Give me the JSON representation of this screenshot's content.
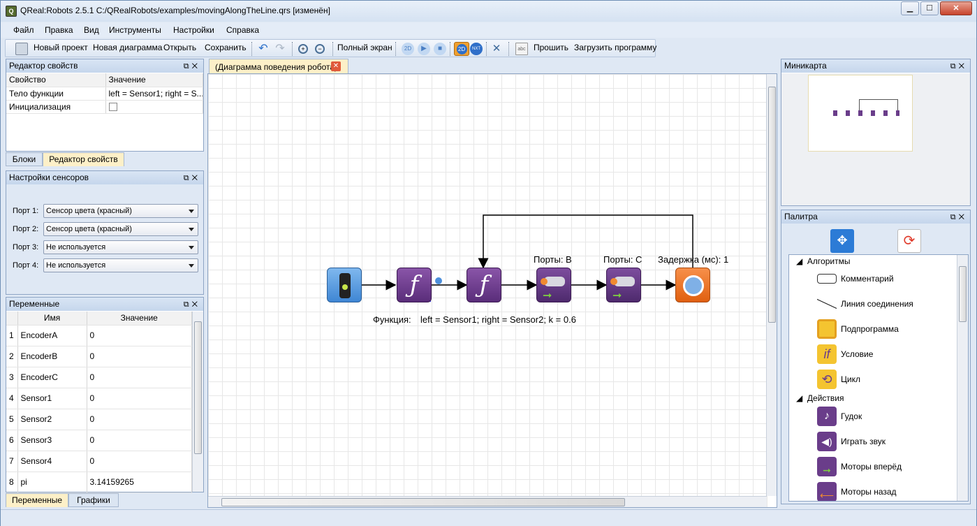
{
  "window": {
    "title": "QReal:Robots 2.5.1 C:/QRealRobots/examples/movingAlongTheLine.qrs [изменён]",
    "min": "▁",
    "max": "☐",
    "close": "✕"
  },
  "menu": [
    "Файл",
    "Правка",
    "Вид",
    "Инструменты",
    "Настройки",
    "Справка"
  ],
  "toolbar": {
    "new_project": "Новый проект",
    "new_diagram": "Новая диаграмма",
    "open": "Открыть",
    "save": "Сохранить",
    "fullscreen": "Полный экран",
    "flash": "Прошить",
    "upload": "Загрузить программу",
    "btn_2d": "2D",
    "btn_nxt": "NXT"
  },
  "properties": {
    "title": "Редактор свойств",
    "col_prop": "Свойство",
    "col_value": "Значение",
    "rows": [
      {
        "name": "Тело функции",
        "value": "left = Sensor1; right = S..."
      },
      {
        "name": "Инициализация",
        "value": ""
      }
    ],
    "tab_blocks": "Блоки",
    "tab_editor": "Редактор свойств"
  },
  "sensors": {
    "title": "Настройки сенсоров",
    "ports": [
      {
        "label": "Порт 1:",
        "value": "Сенсор цвета (красный)"
      },
      {
        "label": "Порт 2:",
        "value": "Сенсор цвета (красный)"
      },
      {
        "label": "Порт 3:",
        "value": "Не используется"
      },
      {
        "label": "Порт 4:",
        "value": "Не используется"
      }
    ]
  },
  "variables": {
    "title": "Переменные",
    "col_name": "Имя",
    "col_value": "Значение",
    "rows": [
      {
        "n": "1",
        "name": "EncoderA",
        "value": "0"
      },
      {
        "n": "2",
        "name": "EncoderB",
        "value": "0"
      },
      {
        "n": "3",
        "name": "EncoderC",
        "value": "0"
      },
      {
        "n": "4",
        "name": "Sensor1",
        "value": "0"
      },
      {
        "n": "5",
        "name": "Sensor2",
        "value": "0"
      },
      {
        "n": "6",
        "name": "Sensor3",
        "value": "0"
      },
      {
        "n": "7",
        "name": "Sensor4",
        "value": "0"
      },
      {
        "n": "8",
        "name": "pi",
        "value": "3.14159265"
      }
    ],
    "tab_vars": "Переменные",
    "tab_graphs": "Графики"
  },
  "diagram": {
    "tab": "(Диаграмма поведения робота)",
    "label_ports_b": "Порты: B",
    "label_ports_c": "Порты: C",
    "label_delay": "Задержка (мс): 1",
    "function_prefix": "Функция:",
    "function_body": "left = Sensor1; right = Sensor2; k = 0.6"
  },
  "minimap": {
    "title": "Миникарта"
  },
  "palette": {
    "title": "Палитра",
    "group_algorithms": "Алгоритмы",
    "group_actions": "Действия",
    "algorithms": [
      "Комментарий",
      "Линия соединения",
      "Подпрограмма",
      "Условие",
      "Цикл"
    ],
    "actions": [
      "Гудок",
      "Играть звук",
      "Моторы вперёд",
      "Моторы назад"
    ]
  }
}
